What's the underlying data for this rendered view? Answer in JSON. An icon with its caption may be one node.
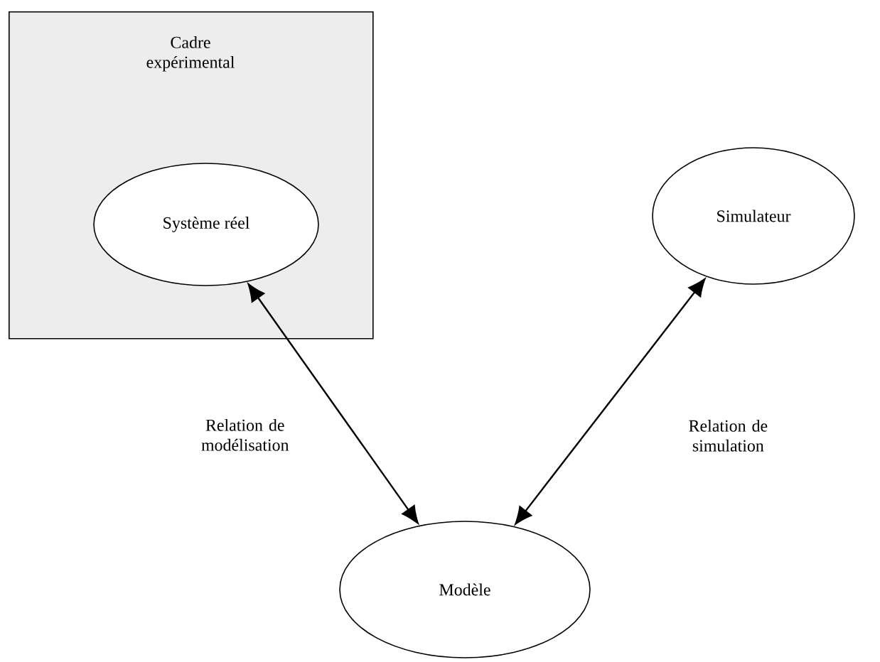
{
  "diagram": {
    "nodes": [
      {
        "text": [
          "Cadre expérimental"
        ]
      },
      {
        "text": [
          "Système réel"
        ],
        "in": 0
      },
      {
        "text": [
          "Simulateur"
        ]
      },
      {
        "text": [
          "Modèle"
        ]
      }
    ],
    "edges": [
      {
        "from": 1,
        "to": 3,
        "arrow": "both",
        "label": "Relation de modélisation"
      },
      {
        "from": 2,
        "to": 3,
        "arrow": "both",
        "label": "Relation de simulation"
      }
    ]
  }
}
